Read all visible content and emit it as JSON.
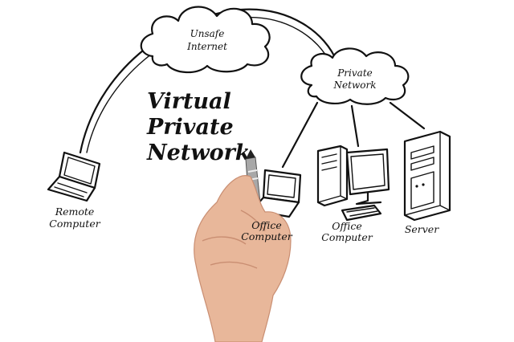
{
  "clouds": {
    "internet": {
      "line1": "Unsafe",
      "line2": "Internet"
    },
    "private": {
      "line1": "Private",
      "line2": "Network"
    }
  },
  "title": {
    "line1": "Virtual",
    "line2": "Private",
    "line3": "Network"
  },
  "nodes": {
    "remote": {
      "line1": "Remote",
      "line2": "Computer"
    },
    "office_laptop": {
      "line1": "Office",
      "line2": "Computer"
    },
    "office_desktop": {
      "line1": "Office",
      "line2": "Computer"
    },
    "server": {
      "line1": "Server"
    }
  },
  "colors": {
    "ink": "#111111",
    "skin": "#e8b79a",
    "marker": "#9a9a9a"
  }
}
